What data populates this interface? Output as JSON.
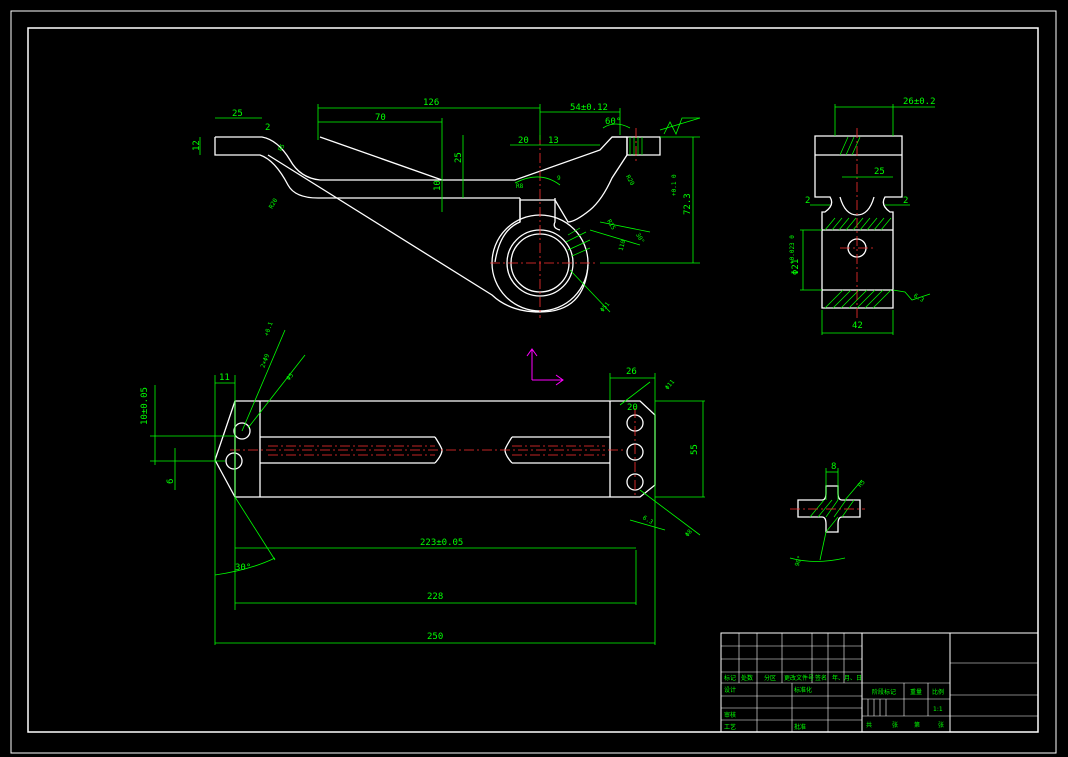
{
  "colors": {
    "background": "#000000",
    "outline": "#ffffff",
    "dimension": "#00ff00",
    "centerline": "#ff3030",
    "ucs": "#ff00ff"
  },
  "top_view": {
    "dims": {
      "d25": "25",
      "d126": "126",
      "d54": "54±0.12",
      "d70": "70",
      "d2": "2",
      "d12": "12",
      "d60deg": "60°",
      "d20": "20",
      "d13": "13",
      "d25b": "25",
      "d10": "10",
      "r20a": "R20",
      "r20b": "R20",
      "r5": "R5",
      "d72": "72.3",
      "d72tol": "+0.1 0",
      "d9": "9",
      "r8": "R8",
      "r15": "R15",
      "d110": "110",
      "d30": "30°",
      "phi51": "Φ51"
    }
  },
  "side_view": {
    "dims": {
      "d26": "26±0.2",
      "d25": "25",
      "d2l": "2",
      "d2r": "2",
      "phi21": "Φ21",
      "phi21tol": "+0.023 0",
      "d42": "42",
      "rough": "6.3"
    }
  },
  "front_view": {
    "dims": {
      "d26": "26",
      "d11": "11",
      "d10": "10±0.05",
      "d6": "6",
      "holes": "2×Φ9",
      "holes_tol": "+0.1",
      "phi5": "Φ5",
      "phi11": "Φ11",
      "d20": "20",
      "d55": "55",
      "phi8": "Φ8",
      "d223": "223±0.05",
      "d228": "228",
      "d250": "250",
      "d30deg": "30°",
      "rough": "6.3"
    }
  },
  "section_view": {
    "dims": {
      "d8": "8",
      "r5": "R5",
      "d90": "90°"
    }
  },
  "title_block": {
    "labels": [
      "标记",
      "处数",
      "分区",
      "更改文件号",
      "签名",
      "年、月、日",
      "设计",
      "标准化",
      "审核",
      "工艺",
      "批准",
      "阶段标记",
      "重量",
      "比例",
      "共",
      "张",
      "第",
      "张"
    ],
    "scale": "1:1"
  }
}
